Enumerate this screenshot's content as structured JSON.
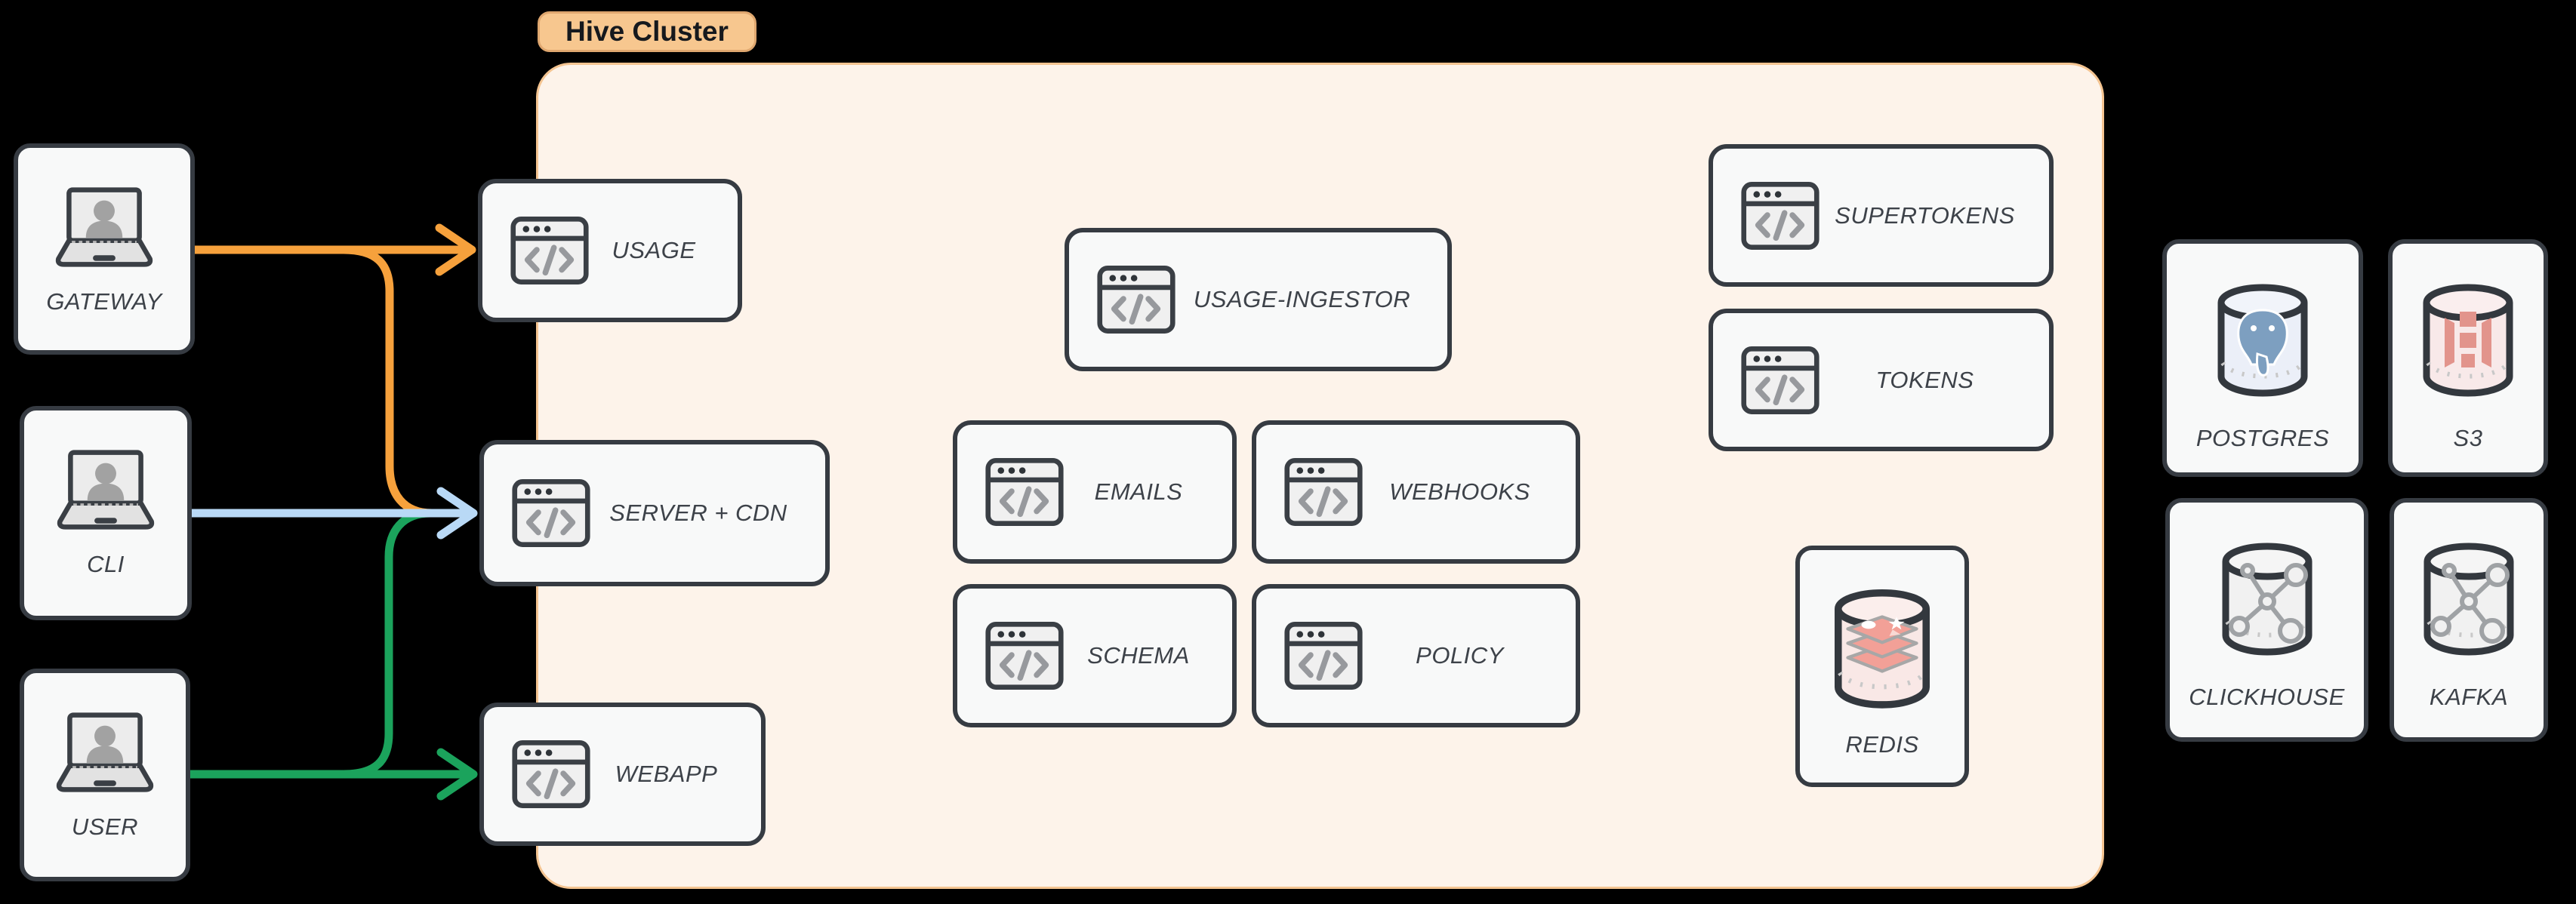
{
  "title_badge": {
    "label": "Hive Cluster"
  },
  "clients": [
    {
      "label": "GATEWAY",
      "icon": "laptop-user-icon",
      "arrow_color": "#f6a13c"
    },
    {
      "label": "CLI",
      "icon": "laptop-user-icon",
      "arrow_color": "#b9d9f6"
    },
    {
      "label": "USER",
      "icon": "laptop-user-icon",
      "arrow_color": "#1ba35c"
    }
  ],
  "cluster_services": [
    {
      "label": "USAGE",
      "icon": "code-window-icon"
    },
    {
      "label": "SERVER + CDN",
      "icon": "code-window-icon"
    },
    {
      "label": "WEBAPP",
      "icon": "code-window-icon"
    },
    {
      "label": "USAGE-INGESTOR",
      "icon": "code-window-icon"
    },
    {
      "label": "EMAILS",
      "icon": "code-window-icon"
    },
    {
      "label": "WEBHOOKS",
      "icon": "code-window-icon"
    },
    {
      "label": "SCHEMA",
      "icon": "code-window-icon"
    },
    {
      "label": "POLICY",
      "icon": "code-window-icon"
    },
    {
      "label": "SUPERTOKENS",
      "icon": "code-window-icon"
    },
    {
      "label": "TOKENS",
      "icon": "code-window-icon"
    },
    {
      "label": "REDIS",
      "icon": "redis-database-icon"
    }
  ],
  "external_datastores": [
    {
      "label": "POSTGRES",
      "icon": "postgres-database-icon"
    },
    {
      "label": "S3",
      "icon": "s3-database-icon"
    },
    {
      "label": "CLICKHOUSE",
      "icon": "network-database-icon"
    },
    {
      "label": "KAFKA",
      "icon": "network-database-icon"
    }
  ],
  "edges": [
    {
      "from": "GATEWAY",
      "to": "USAGE",
      "color": "#f6a13c"
    },
    {
      "from": "GATEWAY",
      "to": "SERVER + CDN",
      "color": "#f6a13c"
    },
    {
      "from": "CLI",
      "to": "SERVER + CDN",
      "color": "#b9d9f6"
    },
    {
      "from": "USER",
      "to": "SERVER + CDN",
      "color": "#1ba35c"
    },
    {
      "from": "USER",
      "to": "WEBAPP",
      "color": "#1ba35c"
    }
  ],
  "colors": {
    "background": "#000000",
    "cluster_fill": "#fdf3ea",
    "cluster_border": "#f4c491",
    "badge_fill": "#f7c78f",
    "badge_border": "#dfa76f",
    "card_fill": "#f8f9f9",
    "card_border": "#363b42",
    "label_text": "#3d4249",
    "arrow_orange": "#f6a13c",
    "arrow_blue": "#b9d9f6",
    "arrow_green": "#1ba35c"
  }
}
